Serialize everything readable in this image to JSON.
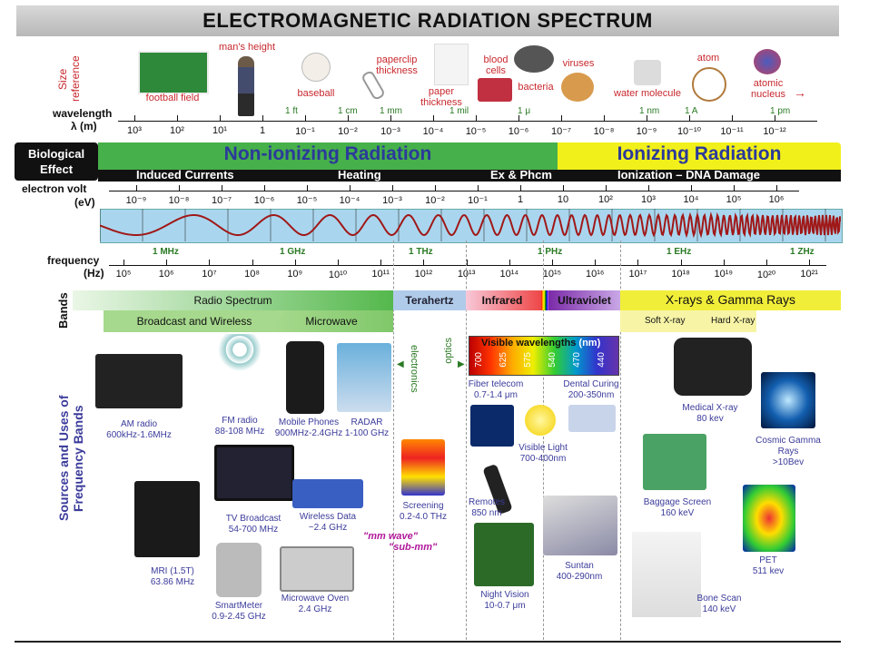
{
  "title": "ELECTROMAGNETIC RADIATION SPECTRUM",
  "size_reference_label": "Size reference",
  "size_items": [
    {
      "label": "football field"
    },
    {
      "label": "man's height"
    },
    {
      "label": "baseball"
    },
    {
      "label": "paperclip thickness"
    },
    {
      "label": "paper thickness"
    },
    {
      "label": "blood cells"
    },
    {
      "label": "bacteria"
    },
    {
      "label": "viruses"
    },
    {
      "label": "water molecule"
    },
    {
      "label": "atom"
    },
    {
      "label": "atomic nucleus"
    }
  ],
  "wavelength_label": "wavelength",
  "wavelength_unit": "λ (m)",
  "wavelength_named": [
    "1 ft",
    "1 cm",
    "1 mm",
    "1 mil",
    "1 μ",
    "1 nm",
    "1 A",
    "1 pm"
  ],
  "wavelength_ticks": [
    "10³",
    "10²",
    "10¹",
    "1",
    "10⁻¹",
    "10⁻²",
    "10⁻³",
    "10⁻⁴",
    "10⁻⁵",
    "10⁻⁶",
    "10⁻⁷",
    "10⁻⁸",
    "10⁻⁹",
    "10⁻¹⁰",
    "10⁻¹¹",
    "10⁻¹²"
  ],
  "bio_effect_label": "Biological Effect",
  "non_ionizing": "Non-ionizing Radiation",
  "ionizing": "Ionizing Radiation",
  "effects": {
    "induced": "Induced Currents",
    "heating": "Heating",
    "exphcm": "Ex & Phcm",
    "ionization": "Ionization – DNA Damage"
  },
  "ev_label": "electron volt",
  "ev_unit": "(eV)",
  "ev_ticks": [
    "10⁻⁹",
    "10⁻⁸",
    "10⁻⁷",
    "10⁻⁶",
    "10⁻⁵",
    "10⁻⁴",
    "10⁻³",
    "10⁻²",
    "10⁻¹",
    "1",
    "10",
    "10²",
    "10³",
    "10⁴",
    "10⁵",
    "10⁶"
  ],
  "freq_label": "frequency",
  "freq_unit": "(Hz)",
  "freq_named": [
    "1 MHz",
    "1 GHz",
    "1 THz",
    "1 PHz",
    "1 EHz",
    "1 ZHz"
  ],
  "freq_ticks": [
    "10⁵",
    "10⁶",
    "10⁷",
    "10⁸",
    "10⁹",
    "10¹⁰",
    "10¹¹",
    "10¹²",
    "10¹³",
    "10¹⁴",
    "10¹⁵",
    "10¹⁶",
    "10¹⁷",
    "10¹⁸",
    "10¹⁹",
    "10²⁰",
    "10²¹"
  ],
  "bands_label": "Bands",
  "bands": {
    "radio": "Radio Spectrum",
    "broadcast": "Broadcast and Wireless",
    "microwave": "Microwave",
    "terahertz": "Terahertz",
    "infrared": "Infrared",
    "ultraviolet": "Ultraviolet",
    "xray": "X-rays & Gamma Rays",
    "soft": "Soft X-ray",
    "hard": "Hard X-ray"
  },
  "sources_label": "Sources and Uses of Frequency Bands",
  "electronics": "electronics",
  "optics": "optics",
  "visible_title": "Visible wavelengths",
  "visible_unit": "(nm)",
  "visible_ticks": [
    "700",
    "625",
    "575",
    "540",
    "470",
    "440"
  ],
  "mm_wave": "\"mm wave\"",
  "sub_mm": "\"sub-mm\"",
  "sources": [
    {
      "name": "AM radio",
      "value": "600kHz-1.6MHz"
    },
    {
      "name": "FM radio",
      "value": "88-108 MHz"
    },
    {
      "name": "Mobile Phones",
      "value": "900MHz-2.4GHz"
    },
    {
      "name": "RADAR",
      "value": "1-100 GHz"
    },
    {
      "name": "MRI (1.5T)",
      "value": "63.86 MHz"
    },
    {
      "name": "TV Broadcast",
      "value": "54-700 MHz"
    },
    {
      "name": "Wireless Data",
      "value": "~2.4 GHz"
    },
    {
      "name": "SmartMeter",
      "value": "0.9-2.45 GHz"
    },
    {
      "name": "Microwave Oven",
      "value": "2.4 GHz"
    },
    {
      "name": "Screening",
      "value": "0.2-4.0 THz"
    },
    {
      "name": "Fiber telecom",
      "value": "0.7-1.4 μm"
    },
    {
      "name": "Dental Curing",
      "value": "200-350nm"
    },
    {
      "name": "Visible Light",
      "value": "700-400nm"
    },
    {
      "name": "Remotes",
      "value": "850 nm"
    },
    {
      "name": "Night Vision",
      "value": "10-0.7 μm"
    },
    {
      "name": "Suntan",
      "value": "400-290nm"
    },
    {
      "name": "Medical X-ray",
      "value": "80 kev"
    },
    {
      "name": "Baggage Screen",
      "value": "160 keV"
    },
    {
      "name": "Cosmic Gamma Rays",
      "value": ">10Bev"
    },
    {
      "name": "PET",
      "value": "511 kev"
    },
    {
      "name": "Bone Scan",
      "value": "140 keV"
    }
  ]
}
